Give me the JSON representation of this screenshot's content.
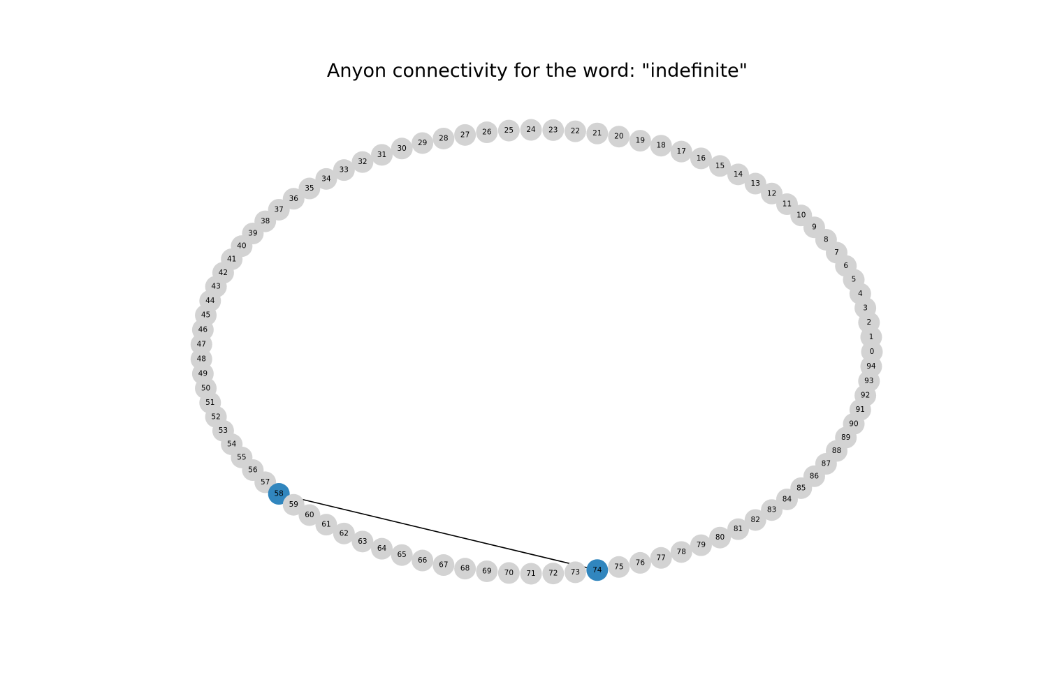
{
  "title": "Anyon connectivity for the word: \"indefinite\"",
  "graph": {
    "layout": "ring",
    "node_count": 95,
    "labels": [
      "0",
      "1",
      "2",
      "3",
      "4",
      "5",
      "6",
      "7",
      "8",
      "9",
      "10",
      "11",
      "12",
      "13",
      "14",
      "15",
      "16",
      "17",
      "18",
      "19",
      "20",
      "21",
      "22",
      "23",
      "24",
      "25",
      "26",
      "27",
      "28",
      "29",
      "30",
      "31",
      "32",
      "33",
      "34",
      "35",
      "36",
      "37",
      "38",
      "39",
      "40",
      "41",
      "42",
      "43",
      "44",
      "45",
      "46",
      "47",
      "48",
      "49",
      "50",
      "51",
      "52",
      "53",
      "54",
      "55",
      "56",
      "57",
      "58",
      "59",
      "60",
      "61",
      "62",
      "63",
      "64",
      "65",
      "66",
      "67",
      "68",
      "69",
      "70",
      "71",
      "72",
      "73",
      "74",
      "75",
      "76",
      "77",
      "78",
      "79",
      "80",
      "81",
      "82",
      "83",
      "84",
      "85",
      "86",
      "87",
      "88",
      "89",
      "90",
      "91",
      "92",
      "93",
      "94"
    ],
    "highlighted": [
      "58",
      "74"
    ],
    "edges": [
      [
        "58",
        "74"
      ]
    ]
  },
  "colors": {
    "node_default": "#d3d3d3",
    "node_highlight": "#3186be",
    "edge": "#000000",
    "text": "#000000",
    "background": "#ffffff"
  }
}
